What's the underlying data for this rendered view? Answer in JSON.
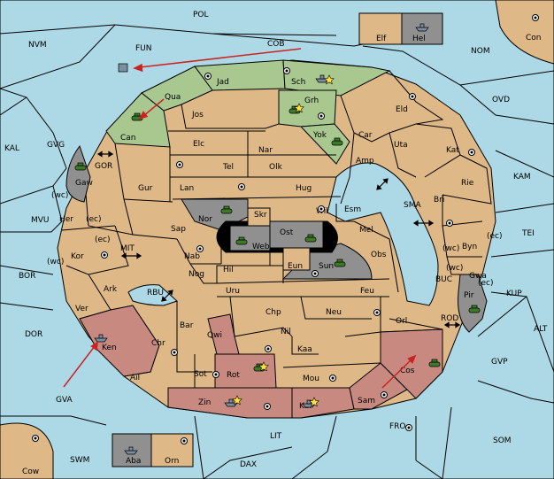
{
  "map": {
    "colors": {
      "sea": "#add8e6",
      "land": "#deb887",
      "green_power": "#a8c890",
      "red_power": "#c88a80",
      "gray_power": "#909090",
      "black_power": "#000000",
      "arrow": "#cc2222"
    },
    "sea_labels": {
      "pol": "POL",
      "nvm": "NVM",
      "fun": "FUN",
      "cob": "COB",
      "nom": "NOM",
      "ovd": "OVD",
      "kam": "KAM",
      "tei": "TEI",
      "kup": "KUP",
      "alt": "ALT",
      "gvp": "GVP",
      "som": "SOM",
      "fro": "FRO",
      "lit": "LIT",
      "dax": "DAX",
      "swm": "SWM",
      "gva": "GVA",
      "dor": "DOR",
      "bor": "BOR",
      "mvu": "MVU",
      "kal": "KAL",
      "gvg": "GVG",
      "gor": "GOR",
      "mit": "MIT",
      "rbu": "RBU",
      "sma": "SMA",
      "buc": "BUC",
      "rod": "ROD"
    },
    "land_labels": {
      "con": "Con",
      "elf": "Elf",
      "hel": "Hel",
      "aba": "Aba",
      "orn": "Orn",
      "cow": "Cow",
      "jad": "Jad",
      "sch": "Sch",
      "qua": "Qua",
      "jos": "Jos",
      "grh": "Grh",
      "can": "Can",
      "elc": "Elc",
      "nar": "Nar",
      "yok": "Yok",
      "car": "Car",
      "eld": "Eld",
      "uta": "Uta",
      "kat": "Kat",
      "amp": "Amp",
      "tel": "Tel",
      "olk": "Olk",
      "gaw": "Gaw",
      "gur": "Gur",
      "lan": "Lan",
      "hug": "Hug",
      "rie": "Rie",
      "bri": "Bri",
      "wil": "Wil",
      "esm": "Esm",
      "nor": "Nor",
      "skr": "Skr",
      "sap": "Sap",
      "her": "Her",
      "ost": "Ost",
      "web": "Web",
      "mel": "Mel",
      "byn": "Byn",
      "kor": "Kor",
      "nab": "Nab",
      "eun": "Eun",
      "sun": "Sun",
      "obs": "Obs",
      "hil": "Hil",
      "gwa": "Gwa",
      "nog": "Nog",
      "ark": "Ark",
      "uru": "Uru",
      "feu": "Feu",
      "pir": "Pir",
      "ver": "Ver",
      "chp": "Chp",
      "neu": "Neu",
      "bar": "Bar",
      "nil": "Nil",
      "orl": "Orl",
      "qwi": "Qwi",
      "chr": "Chr",
      "ken": "Ken",
      "kaa": "Kaa",
      "rot": "Rot",
      "sot": "Sot",
      "ail": "Ail",
      "mou": "Mou",
      "cos": "Cos",
      "zin": "Zin",
      "kar": "Kar",
      "sam": "Sam"
    },
    "coast_markers": {
      "wc": "(wc)",
      "ec": "(ec)"
    }
  }
}
